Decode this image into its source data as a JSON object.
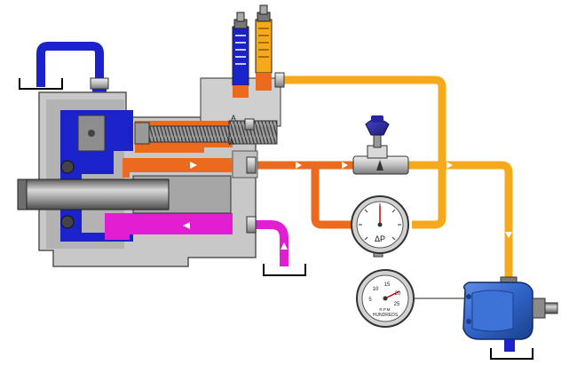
{
  "diagram": {
    "gauge_dp": {
      "label": "ΔP"
    },
    "gauge_speed": {
      "scale": [
        "5",
        "10",
        "15",
        "20",
        "25"
      ],
      "unit": "R.P.M.",
      "multiplier": "HUNDREDS"
    },
    "ports": {
      "port_a_upper": "A",
      "port_a_lower": "A"
    }
  },
  "colors": {
    "pressure": "#f7a91c",
    "pilot": "#ec6a1e",
    "suction": "#e31ed2",
    "case_drain": "#1b22c9",
    "housing": "#c8c8c8",
    "housing_dark": "#8d8d8d",
    "motor_blue": "#2f64c7",
    "valve_knob": "#27259a"
  }
}
